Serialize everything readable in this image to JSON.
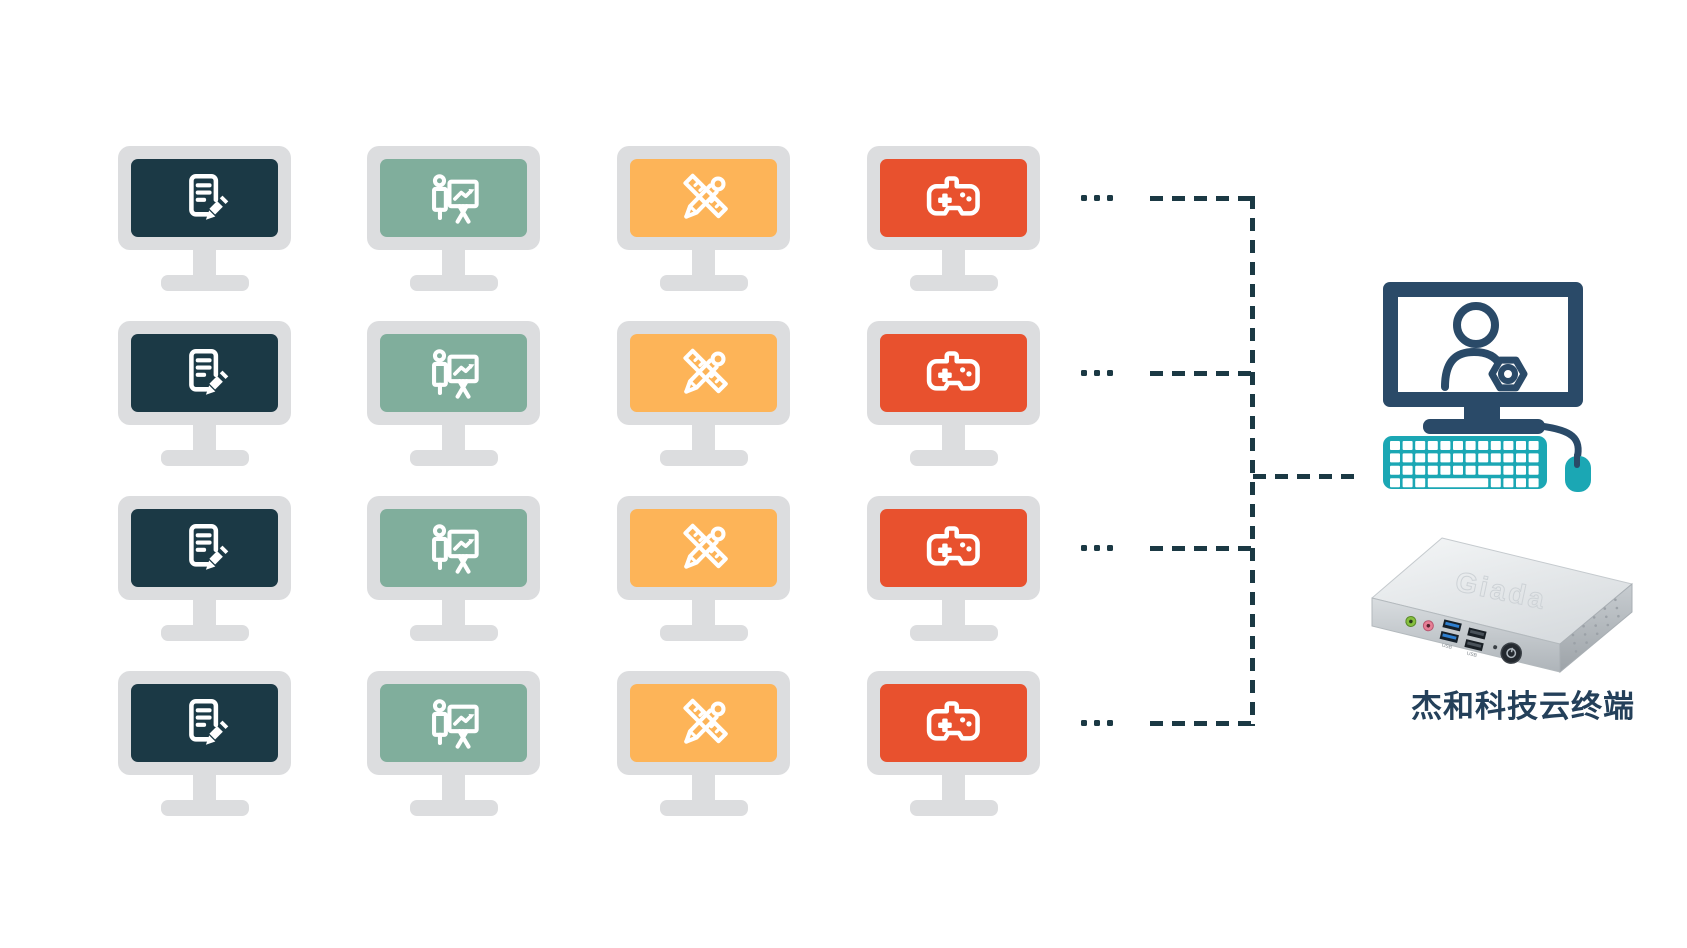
{
  "diagram": {
    "grid": {
      "rows": 4,
      "columns": [
        {
          "id": "document",
          "icon": "document-edit-icon",
          "screen_color": "#1B3945"
        },
        {
          "id": "presentation",
          "icon": "presentation-icon",
          "screen_color": "#80AE9C"
        },
        {
          "id": "design",
          "icon": "design-tools-icon",
          "screen_color": "#FDB458"
        },
        {
          "id": "gaming",
          "icon": "game-controller-icon",
          "screen_color": "#E8512E"
        }
      ],
      "bezel_color": "#DCDDDF",
      "icon_color": "#FFFFFF"
    },
    "ellipsis": "...",
    "connector_color": "#1B3944",
    "admin_station": {
      "screen_icon": "user-gear-icon",
      "monitor_color": "#2A4A68",
      "peripheral_color": "#1BA7B4"
    },
    "device": {
      "label": "杰和科技云终端",
      "label_color": "#24405A",
      "logo_text": "Giada",
      "usb_label": "USB"
    }
  }
}
